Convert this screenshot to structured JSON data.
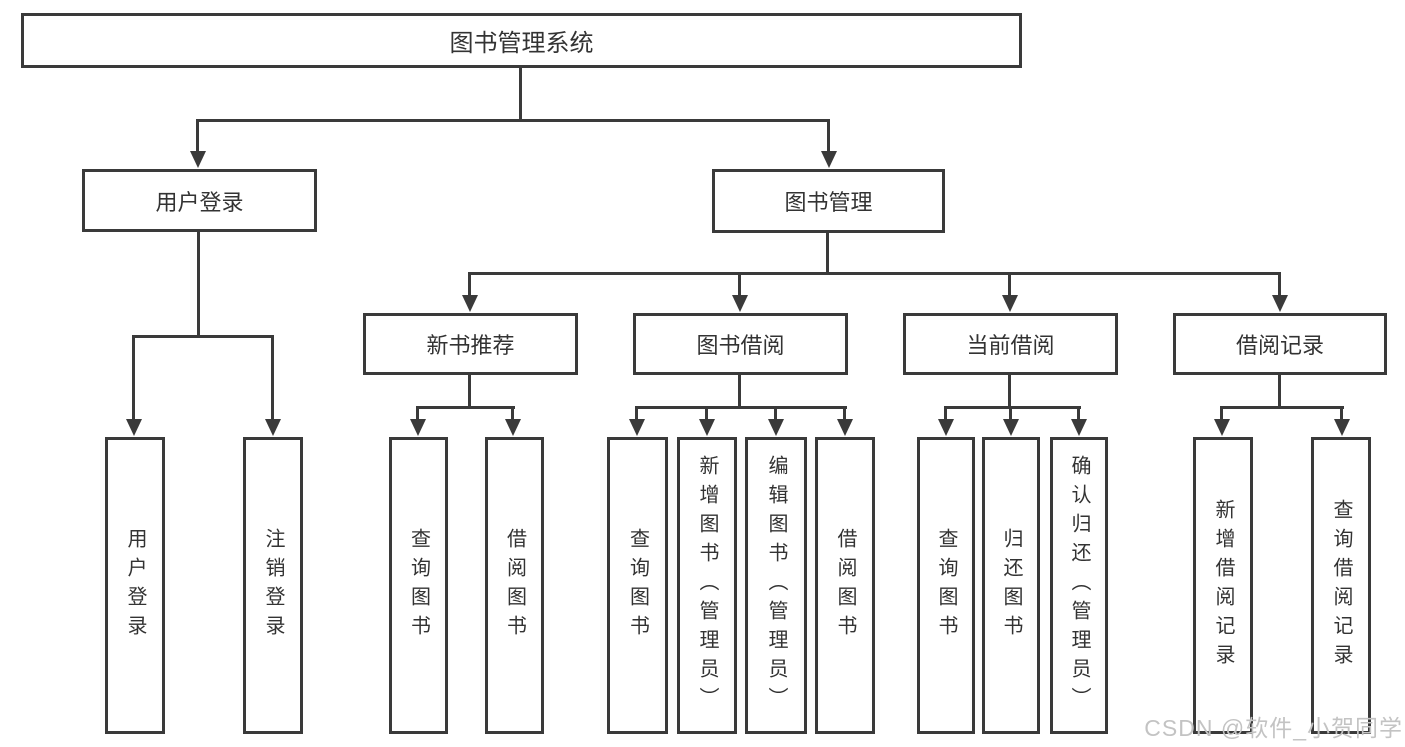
{
  "diagram": {
    "root": "图书管理系统",
    "level2": {
      "user_login": "用户登录",
      "book_mgmt": "图书管理"
    },
    "level3": {
      "new_book": "新书推荐",
      "borrow": "图书借阅",
      "current": "当前借阅",
      "records": "借阅记录"
    },
    "leaves": {
      "user_login": [
        "用户登录",
        "注销登录"
      ],
      "new_book": [
        "查询图书",
        "借阅图书"
      ],
      "borrow": [
        "查询图书",
        "新增图书（管理员）",
        "编辑图书（管理员）",
        "借阅图书"
      ],
      "current": [
        "查询图书",
        "归还图书",
        "确认归还（管理员）"
      ],
      "records": [
        "新增借阅记录",
        "查询借阅记录"
      ]
    }
  },
  "watermark": "CSDN @软件_小贺同学",
  "colors": {
    "line": "#3a3a3a",
    "text": "#333333",
    "watermark": "#c3c3c3",
    "background": "#ffffff"
  }
}
